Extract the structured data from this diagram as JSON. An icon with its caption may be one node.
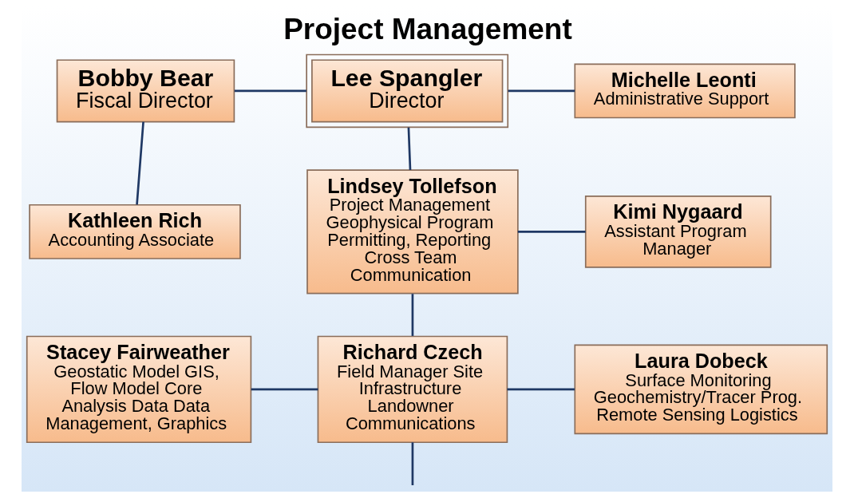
{
  "diagram": {
    "title": "Project Management",
    "nodes": [
      {
        "text": [
          "Bobby Bear",
          "Fiscal Director"
        ]
      },
      {
        "text": [
          "Lee Spangler",
          "Director"
        ]
      },
      {
        "text": [
          "Michelle Leonti",
          "Administrative Support"
        ]
      },
      {
        "text": [
          "Kathleen Rich",
          "Accounting Associate"
        ]
      },
      {
        "text": [
          "Lindsey Tollefson",
          "Project Management Geophysical Program Permitting, Reporting Cross Team Communication"
        ]
      },
      {
        "text": [
          "Kimi Nygaard",
          "Assistant Program Manager"
        ]
      },
      {
        "text": [
          "Stacey Fairweather",
          "Geostatic Model GIS, Flow Model Core Analysis Data Data Management, Graphics"
        ]
      },
      {
        "text": [
          "Richard Czech",
          "Field Manager Site Infrastructure Landowner Communications"
        ]
      },
      {
        "text": [
          "Laura Dobeck",
          "Surface Monitoring Geochemistry/Tracer Prog. Remote Sensing Logistics"
        ]
      }
    ],
    "edges": [
      {
        "from": 0,
        "to": 1,
        "arrow": "none"
      },
      {
        "from": 1,
        "to": 2,
        "arrow": "none"
      },
      {
        "from": 0,
        "to": 3,
        "arrow": "none"
      },
      {
        "from": 1,
        "to": 4,
        "arrow": "none"
      },
      {
        "from": 4,
        "to": 5,
        "arrow": "none"
      },
      {
        "from": 4,
        "to": 7,
        "arrow": "none"
      },
      {
        "from": 6,
        "to": 7,
        "arrow": "none"
      },
      {
        "from": 7,
        "to": 8,
        "arrow": "none"
      },
      {
        "from": 7,
        "to": null,
        "arrow": "none"
      }
    ]
  }
}
